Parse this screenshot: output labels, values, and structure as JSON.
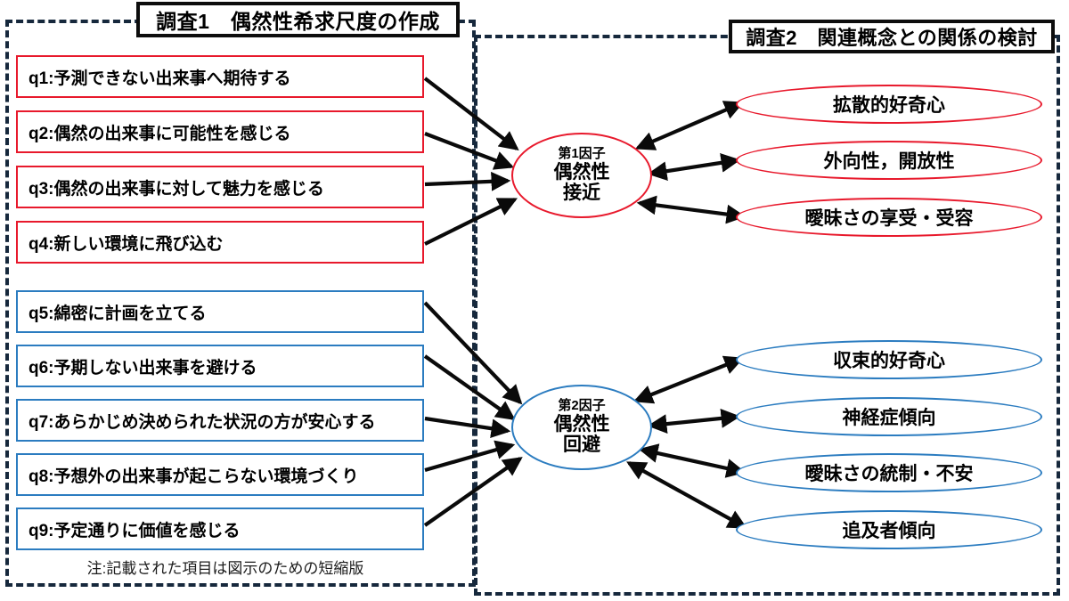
{
  "figure": {
    "note": "注:記載された項目は図示のための短縮版"
  },
  "surveys": [
    {
      "id": "survey1",
      "title": "調査1　偶然性希求尺度の作成"
    },
    {
      "id": "survey2",
      "title": "調査2　関連概念との関係の検討"
    }
  ],
  "items": {
    "approach": [
      {
        "code": "q1",
        "text": "q1:予測できない出来事へ期待する"
      },
      {
        "code": "q2",
        "text": "q2:偶然の出来事に可能性を感じる"
      },
      {
        "code": "q3",
        "text": "q3:偶然の出来事に対して魅力を感じる"
      },
      {
        "code": "q4",
        "text": "q4:新しい環境に飛び込む"
      }
    ],
    "avoid": [
      {
        "code": "q5",
        "text": "q5:綿密に計画を立てる"
      },
      {
        "code": "q6",
        "text": "q6:予期しない出来事を避ける"
      },
      {
        "code": "q7",
        "text": "q7:あらかじめ決められた状況の方が安心する"
      },
      {
        "code": "q8",
        "text": "q8:予想外の出来事が起こらない環境づくり"
      },
      {
        "code": "q9",
        "text": "q9:予定通りに価値を感じる"
      }
    ]
  },
  "factors": [
    {
      "id": "factor1",
      "index_label": "第1因子",
      "line1": "偶然性",
      "line2": "接近",
      "color": "#e8192c"
    },
    {
      "id": "factor2",
      "index_label": "第2因子",
      "line1": "偶然性",
      "line2": "回避",
      "color": "#2b7cc0"
    }
  ],
  "concepts": {
    "approach": [
      {
        "label": "拡散的好奇心"
      },
      {
        "label": "外向性，開放性"
      },
      {
        "label": "曖昧さの享受・受容"
      }
    ],
    "avoid": [
      {
        "label": "収束的好奇心"
      },
      {
        "label": "神経症傾向"
      },
      {
        "label": "曖昧さの統制・不安"
      },
      {
        "label": "追及者傾向"
      }
    ]
  },
  "colors": {
    "approach_red": "#e8192c",
    "avoid_blue": "#2b7cc0",
    "frame_navy": "#16283c",
    "arrow_black": "#0a0a0a"
  }
}
